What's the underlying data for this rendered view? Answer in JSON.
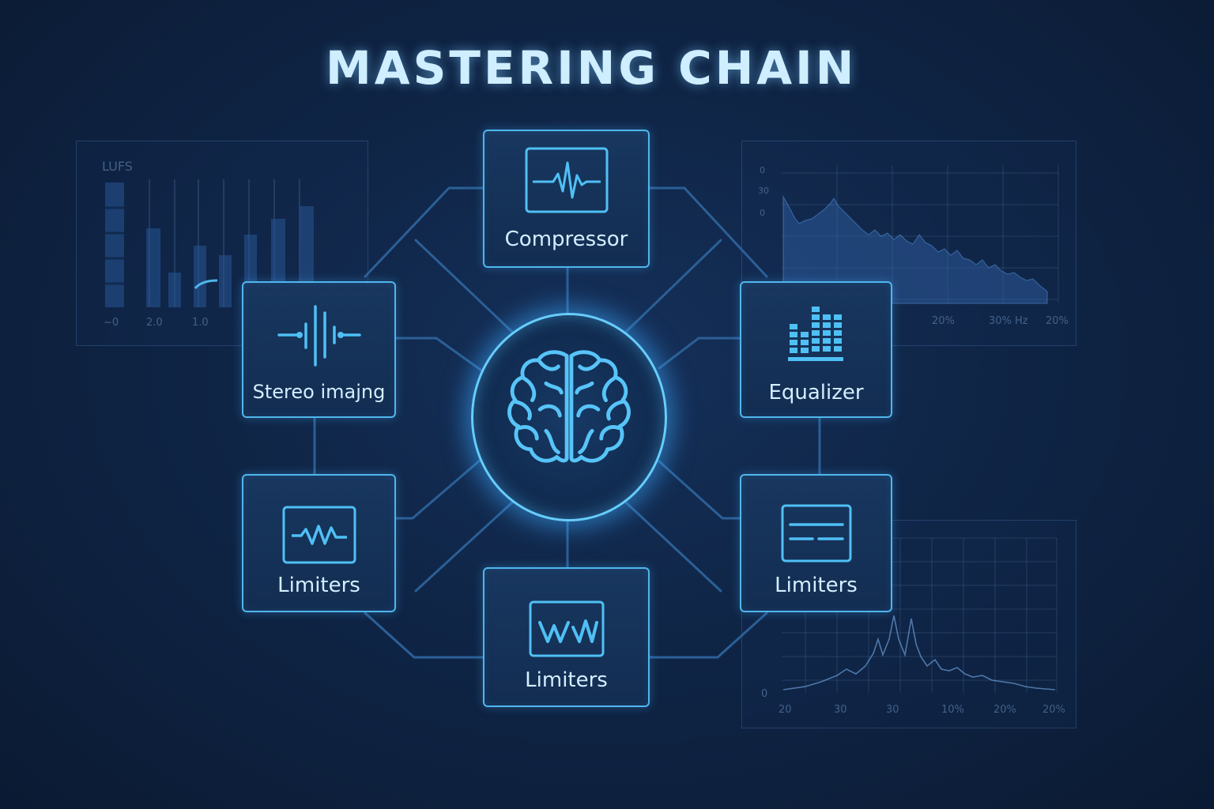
{
  "title": "MASTERING CHAIN",
  "colors": {
    "background": "#0f2546",
    "accent": "#4fb6ec",
    "glow": "#66cdfb",
    "label": "#d3eeff"
  },
  "hub": {
    "icon": "brain-icon"
  },
  "nodes": {
    "compressor": {
      "label": "Compressor",
      "icon": "waveform-pulse-icon"
    },
    "stereo_imaging": {
      "label": "Stereo imajng",
      "icon": "stereo-bars-icon"
    },
    "equalizer": {
      "label": "Equalizer",
      "icon": "eq-bars-icon"
    },
    "limiters_left": {
      "label": "Limiters",
      "icon": "zigzag-wave-icon"
    },
    "limiters_right": {
      "label": "Limiters",
      "icon": "menu-lines-icon"
    },
    "limiters_bottom": {
      "label": "Limiters",
      "icon": "w-wave-icon"
    }
  },
  "background_panels": {
    "lufs_meter": {
      "label": "LUFS",
      "ticks": [
        "~0",
        "2.0",
        "1.0"
      ]
    },
    "spectrum_top": {
      "y_ticks": [
        "0",
        "30",
        "0"
      ],
      "x_ticks": [
        "20%",
        "30% Hz",
        "20%"
      ]
    },
    "spectrum_bottom": {
      "y_ticks": [
        "0"
      ],
      "x_ticks": [
        "20",
        "30",
        "30",
        "10%",
        "20%",
        "20%"
      ]
    }
  }
}
